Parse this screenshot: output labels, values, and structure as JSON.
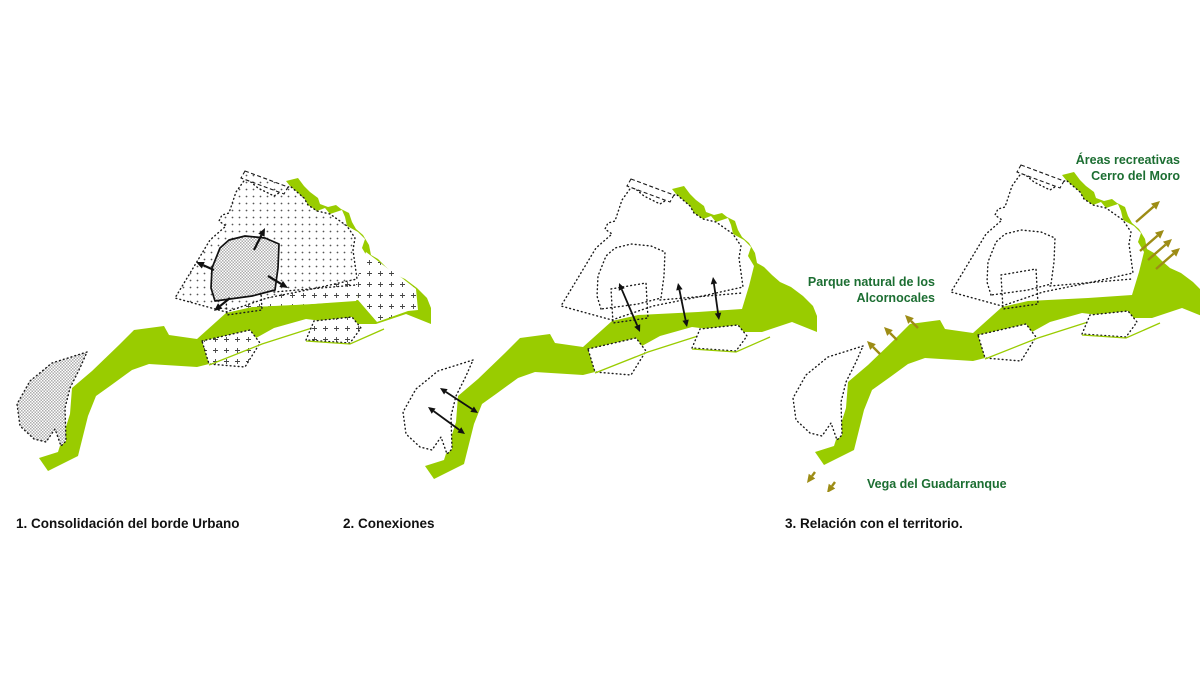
{
  "colors": {
    "ribbon_green": "#99cc00",
    "label_green": "#1c6e32",
    "territory_arrow_olive": "#9d8c15",
    "diagram_black": "#111111",
    "outline_gray": "#1a1a1a",
    "hatch_gray": "#adadad"
  },
  "panels": [
    {
      "caption": "1. Consolidación del borde Urbano"
    },
    {
      "caption": "2. Conexiones"
    },
    {
      "caption": "3. Relación con el territorio.",
      "labels": {
        "areas_recreativas": {
          "line1": "Áreas recreativas",
          "line2": "Cerro del Moro"
        },
        "parque_natural": {
          "line1": "Parque natural de los",
          "line2": "Alcornocales"
        },
        "vega": {
          "line1": "Vega del Guadarranque"
        }
      }
    }
  ]
}
